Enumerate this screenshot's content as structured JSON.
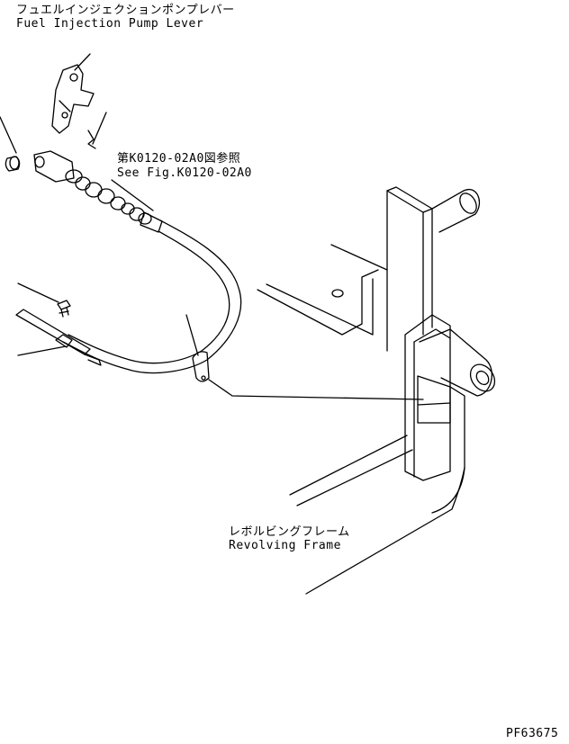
{
  "labels": {
    "fuel_lever_jp": "フュエルインジェクションポンプレバー",
    "fuel_lever_en": "Fuel Injection Pump Lever",
    "see_fig_jp": "第K0120-02A0図参照",
    "see_fig_en": "See Fig.K0120-02A0",
    "frame_jp": "レボルビングフレーム",
    "frame_en": "Revolving Frame",
    "drawing_id": "PF63675"
  },
  "colors": {
    "line": "#000000",
    "background": "#ffffff"
  }
}
